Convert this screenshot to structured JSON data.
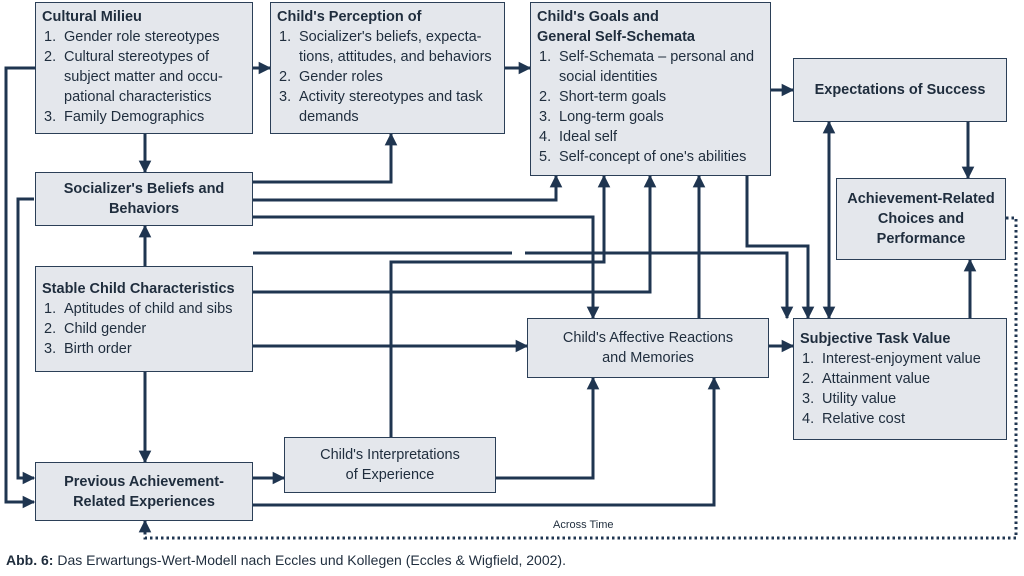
{
  "boxes": {
    "cultural_milieu": {
      "title": "Cultural Milieu",
      "items": [
        "Gender role stereotypes",
        "Cultural stereotypes of subject matter and occu-pational characteristics",
        "Family Demographics"
      ]
    },
    "childs_perception": {
      "title": "Child's Perception of",
      "items": [
        "Socializer's beliefs, expecta-tions, attitudes, and behaviors",
        "Gender roles",
        "Activity stereotypes and task demands"
      ]
    },
    "childs_goals": {
      "title_line1": "Child's Goals and",
      "title_line2": "General Self-Schemata",
      "items": [
        "Self-Schemata – personal and social identities",
        "Short-term goals",
        "Long-term goals",
        "Ideal self",
        "Self-concept of one's abilities"
      ]
    },
    "expectations": {
      "title": "Expectations of Success"
    },
    "achievement_choices": {
      "line1": "Achievement-Related",
      "line2": "Choices and",
      "line3": "Performance"
    },
    "socializers_beliefs": {
      "line1": "Socializer's Beliefs and",
      "line2": "Behaviors"
    },
    "stable_child": {
      "title": "Stable Child Characteristics",
      "items": [
        "Aptitudes of child and sibs",
        "Child gender",
        "Birth order"
      ]
    },
    "affective_reactions": {
      "line1": "Child's Affective Reactions",
      "line2": "and Memories"
    },
    "subjective_value": {
      "title": "Subjective Task Value",
      "items": [
        "Interest-enjoyment value",
        "Attainment value",
        "Utility value",
        "Relative cost"
      ]
    },
    "interpretations": {
      "line1": "Child's Interpretations",
      "line2": "of Experience"
    },
    "previous_achievement": {
      "line1": "Previous Achievement-",
      "line2": "Related Experiences"
    }
  },
  "time_label": "Across Time",
  "caption": {
    "prefix": "Abb. 6:",
    "text": " Das Erwartungs-Wert-Modell nach Eccles und Kollegen (Eccles & Wigfield, 2002)."
  },
  "colors": {
    "box_fill": "#e4e7ec",
    "line": "#1f3550",
    "text": "#1f2d3d"
  }
}
